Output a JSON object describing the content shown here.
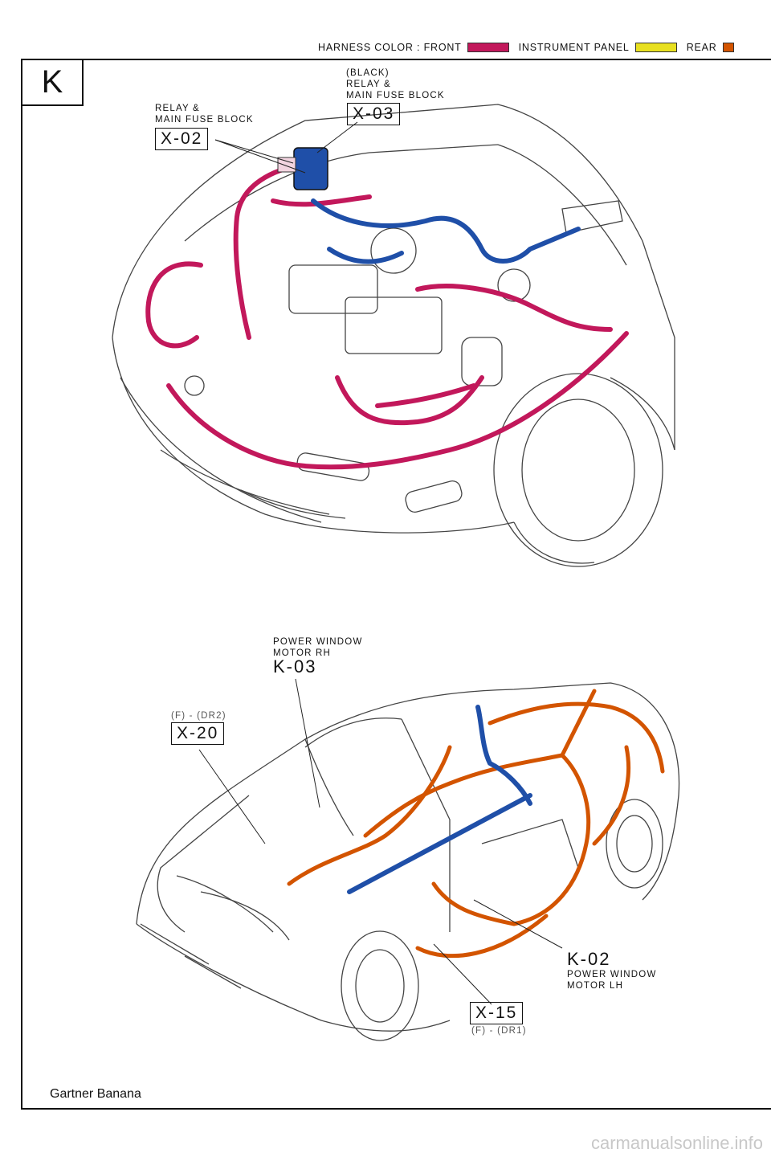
{
  "legend": {
    "title": "HARNESS COLOR : FRONT",
    "instrument_panel": "INSTRUMENT PANEL",
    "rear": "REAR",
    "colors": {
      "front": "#c2185b",
      "instrument_panel": "#e8e020",
      "rear": "#d35400",
      "blue": "#1f4fa8"
    }
  },
  "page_letter": "K",
  "top_view": {
    "x03": {
      "note": "(BLACK)",
      "line1": "RELAY &",
      "line2": "MAIN FUSE BLOCK",
      "code": "X-03"
    },
    "x02": {
      "line1": "RELAY &",
      "line2": "MAIN FUSE BLOCK",
      "code": "X-02"
    }
  },
  "bottom_view": {
    "k03": {
      "line1": "POWER WINDOW",
      "line2": "MOTOR RH",
      "code": "K-03"
    },
    "x20": {
      "note": "(F) - (DR2)",
      "code": "X-20"
    },
    "k02": {
      "code": "K-02",
      "line1": "POWER WINDOW",
      "line2": "MOTOR LH"
    },
    "x15": {
      "code": "X-15",
      "note": "(F) - (DR1)"
    }
  },
  "footer_text": "Gartner Banana",
  "watermark": "carmanualsonline.info"
}
